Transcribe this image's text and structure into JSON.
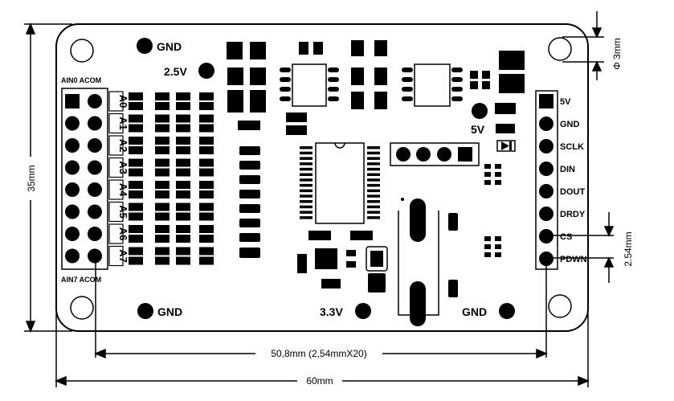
{
  "labels": {
    "gnd": "GND",
    "v25": "2.5V",
    "v5": "5V",
    "v33": "3.3V",
    "ain0_acom": "AIN0 ACOM",
    "ain7_acom": "AIN7 ACOM"
  },
  "analog_inputs": [
    "A0",
    "A1",
    "A2",
    "A3",
    "A4",
    "A5",
    "A6",
    "A7"
  ],
  "header_pins": [
    "5V",
    "GND",
    "SCLK",
    "DIN",
    "DOUT",
    "DRDY",
    "CS",
    "PDWN"
  ],
  "dimensions": {
    "height": "35mm",
    "width": "60mm",
    "pitch_span": "50,8mm (2,54mmX20)",
    "pin_pitch": "2.54mm",
    "hole": "Φ 3mm"
  },
  "colors": {
    "ink": "#000000",
    "board_fill": "#ffffff"
  }
}
